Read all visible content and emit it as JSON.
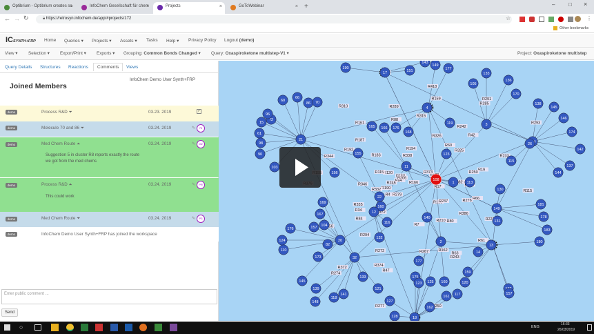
{
  "browser": {
    "tabs": [
      {
        "label": "Optibrium - Optibrium creates sc",
        "color": "#4a8a3a"
      },
      {
        "label": "InfoChem Gesellschaft für chem",
        "color": "#9a2a9a"
      },
      {
        "label": "Projects",
        "color": "#6a2aaa"
      },
      {
        "label": "GoToWebinar",
        "color": "#e07a20"
      }
    ],
    "new_tab": "+",
    "url": "https://retrosyn.infochem.de/app/#projects/172",
    "bookmarks_label": "Other bookmarks"
  },
  "app": {
    "logo_main": "IC",
    "logo_sub": "SYNTH+FRP",
    "nav": [
      "Home",
      "Queries",
      "Projects",
      "Assets",
      "Tasks",
      "Help",
      "Privacy Policy",
      "Logout"
    ],
    "logout_user": "(demo)",
    "toolbar": {
      "view": "View",
      "selection": "Selection",
      "export_print": "Export/Print",
      "exports": "Exports",
      "grouping_label": "Grouping:",
      "grouping_value": "Common Bonds Changed",
      "query_label": "Query:",
      "query_value": "Oxaspiroketone multistep-V1",
      "project_label": "Project:",
      "project_value": "Oxaspiroketone multistep"
    }
  },
  "left_panel": {
    "tabs": [
      "Query Details",
      "Structures",
      "Reactions",
      "Comments",
      "Views"
    ],
    "active_tab": "Comments",
    "heading": "Joined Members",
    "members": "InfoChem Demo User Synth+FRP",
    "comments": [
      {
        "badge": "demo",
        "title": "Process R&D",
        "date": "03.23. 2019",
        "bg": "#fdf9d8"
      },
      {
        "badge": "demo",
        "title": "Molecule 70 and 86",
        "date": "03.24. 2019",
        "bg": "#c5dbea",
        "avatar": "70"
      },
      {
        "badge": "demo",
        "title": "Med Chem Route",
        "date": "03.24. 2019",
        "bg": "#90e090",
        "avatar": "M2",
        "text": "Suggestion 5 in cluster R8 reports exactly the route we got from the med chems"
      },
      {
        "badge": "demo",
        "title": "Process R&D",
        "date": "03.24. 2019",
        "bg": "#90e090",
        "avatar": "PR",
        "text": "This could work"
      },
      {
        "badge": "demo",
        "title": "Med Chem Route",
        "date": "03.24. 2019",
        "bg": "#c5dbea",
        "avatar": "P3"
      },
      {
        "badge": "demo",
        "title": "InfoChem Demo User Synth+FRP has joined the workspace",
        "date": "",
        "bg": "#ffffff"
      }
    ],
    "comment_placeholder": "Enter public comment ...",
    "send_label": "Send"
  },
  "graph": {
    "nodes": [
      "190",
      "17",
      "151",
      "143",
      "149",
      "177",
      "105",
      "133",
      "136",
      "170",
      "138",
      "145",
      "146",
      "174",
      "142",
      "137",
      "144",
      "184",
      "72",
      "60",
      "66",
      "86",
      "70",
      "96",
      "15",
      "61",
      "98",
      "90",
      "103",
      "21",
      "165",
      "166",
      "176",
      "168",
      "4",
      "119",
      "123",
      "3",
      "26",
      "155",
      "11",
      "108",
      "1",
      "113",
      "130",
      "115",
      "156",
      "22",
      "160",
      "169",
      "167",
      "104",
      "157",
      "82",
      "12",
      "116",
      "140",
      "149",
      "131",
      "181",
      "178",
      "183",
      "180",
      "176",
      "124",
      "110",
      "173",
      "20",
      "132",
      "2",
      "32",
      "13",
      "14",
      "159",
      "120",
      "160",
      "177",
      "175",
      "145",
      "139",
      "148",
      "118",
      "141",
      "133",
      "121",
      "123",
      "127",
      "125",
      "117",
      "182",
      "157",
      "128",
      "18",
      "162",
      "161"
    ],
    "edge_labels": [
      "R419",
      "R418",
      "R291",
      "R293",
      "R326",
      "R19",
      "R187",
      "R192",
      "R155",
      "R190",
      "R17",
      "R170",
      "R166",
      "R172",
      "R162",
      "R161",
      "R183",
      "R158",
      "R82",
      "R64",
      "R66",
      "R34",
      "R84",
      "R294",
      "R61",
      "R63",
      "R374",
      "R372",
      "R47",
      "R250",
      "R4",
      "R156",
      "R159",
      "R285",
      "R289",
      "R42",
      "R233",
      "R345",
      "R344",
      "R338",
      "R332",
      "R335",
      "R346",
      "R245",
      "R80",
      "R88",
      "R60",
      "R194",
      "R373",
      "R376",
      "R279",
      "R276",
      "R386",
      "R356",
      "R7",
      "R267",
      "R243",
      "R272",
      "R274",
      "R277",
      "R206",
      "R237",
      "R210",
      "R223",
      "R310",
      "R315",
      "R242",
      "R325",
      "R250",
      "R115",
      "R120",
      "R115"
    ],
    "highlight_node": "108",
    "highlight_node_color": "#e01010",
    "node_color": "#3358c0",
    "background": "#a8d4f5"
  },
  "taskbar": {
    "time": "16:33",
    "date": "26/03/2019",
    "lang": "ENG"
  },
  "icons": [
    "back-icon",
    "forward-icon",
    "reload-icon",
    "lock-icon",
    "star-icon",
    "menu-icon",
    "play-icon",
    "collapse-icon",
    "windows-icon",
    "search-icon"
  ]
}
